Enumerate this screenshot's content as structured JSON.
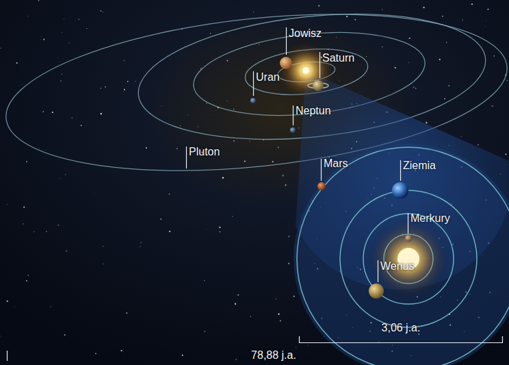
{
  "diagram": {
    "labels": [
      "Jowisz",
      "Saturn",
      "Uran",
      "Neptun",
      "Pluton",
      "Mars",
      "Ziemia",
      "Merkury",
      "Wenus",
      "3,06 j.a.",
      "78,88 j.a."
    ]
  }
}
